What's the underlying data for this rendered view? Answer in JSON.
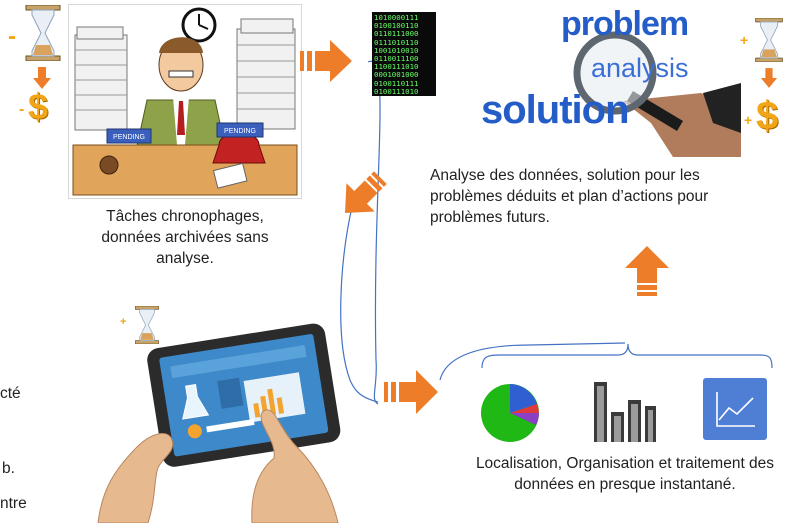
{
  "captions": {
    "step1": "Tâches chronophages, données archivées sans analyse.",
    "step2": "Analyse des données, solution pour les problèmes déduits et plan d’actions pour problèmes futurs.",
    "step3": "Localisation, Organisation et traitement des données en presque instantané."
  },
  "image_words": {
    "problem": "problem",
    "analysis": "analysis",
    "solution": "solution",
    "pending": "PENDING",
    "binary": [
      "1010000111",
      "0100100110",
      "0110111000",
      "0111010110",
      "1001010010",
      "0110011100",
      "1100111010",
      "0001001000",
      "0100110111",
      "0100111010"
    ]
  },
  "cost_symbols": {
    "minus": "-",
    "plus": "+",
    "dollar": "$"
  },
  "truncated_left": [
    "cté",
    "b.",
    "ntre"
  ],
  "colors": {
    "arrow": "#ee7d2a",
    "connector": "#4472c4",
    "pie_green": "#1fb814",
    "pie_blue": "#2f5fd0",
    "pie_red": "#e03a3a",
    "tile_blue": "#4f7fd5",
    "dollar_gold": "#f2a516"
  }
}
